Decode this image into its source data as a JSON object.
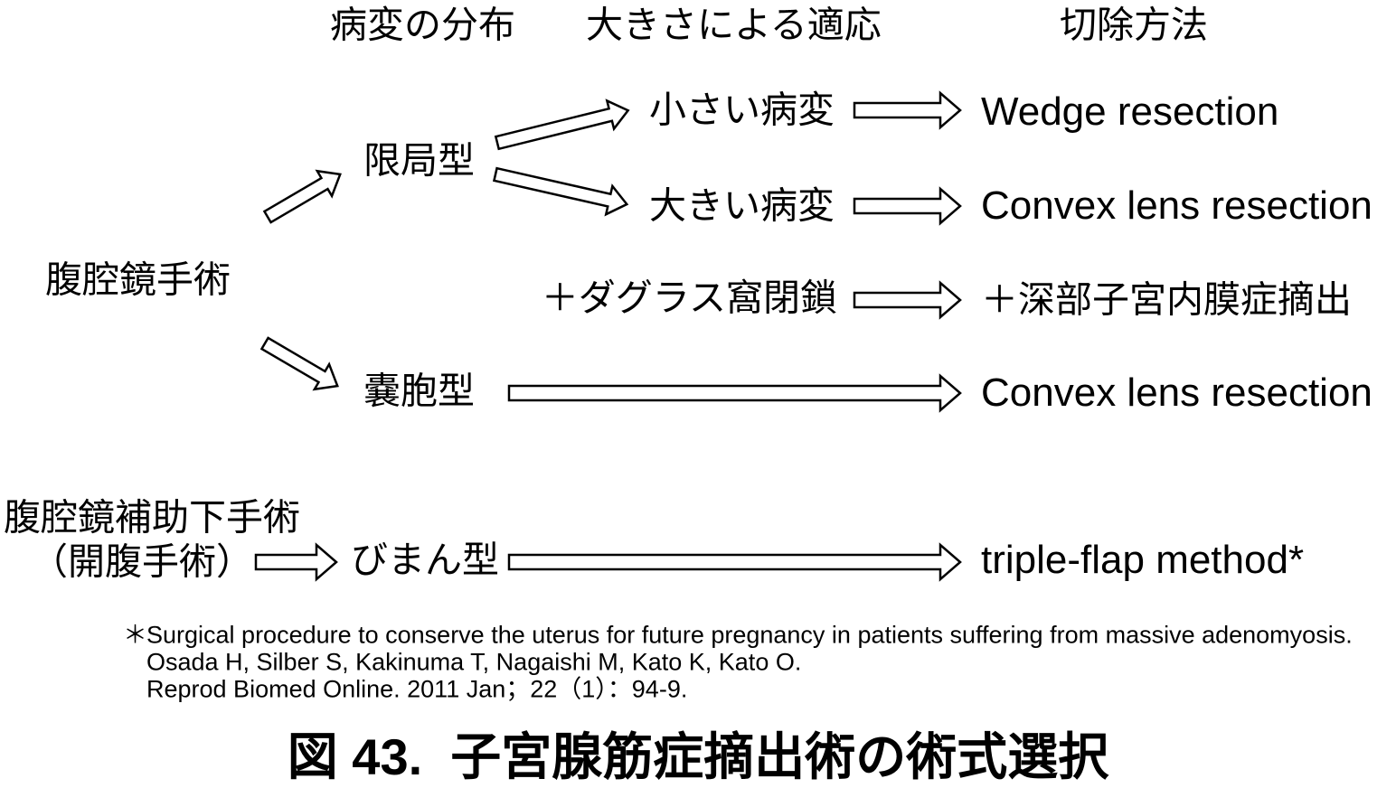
{
  "headers": {
    "distribution": "病変の分布",
    "size_indication": "大きさによる適応",
    "resection_method": "切除方法"
  },
  "nodes": {
    "laparoscopic_surgery": "腹腔鏡手術",
    "localized": "限局型",
    "small_lesion": "小さい病変",
    "large_lesion": "大きい病変",
    "douglas_closure": "＋ダグラス窩閉鎖",
    "cystic": "嚢胞型",
    "laparoscopy_assisted": "腹腔鏡補助下手術",
    "open_surgery": "（開腹手術）",
    "diffuse": "びまん型"
  },
  "methods": {
    "wedge": "Wedge resection",
    "convex_localized": "Convex lens resection",
    "deep_endometriosis": "＋深部子宮内膜症摘出",
    "convex_cystic": "Convex lens resection",
    "triple_flap": "triple-flap method*"
  },
  "footnote": {
    "marker": "＊",
    "line1": "Surgical procedure to conserve the uterus for future pregnancy in patients suffering from massive adenomyosis.",
    "line2": "Osada H, Silber S, Kakinuma T, Nagaishi M, Kato K, Kato O.",
    "line3": "Reprod Biomed Online. 2011 Jan；22（1）：94-9."
  },
  "caption": "図 43.  子宮腺筋症摘出術の術式選択"
}
